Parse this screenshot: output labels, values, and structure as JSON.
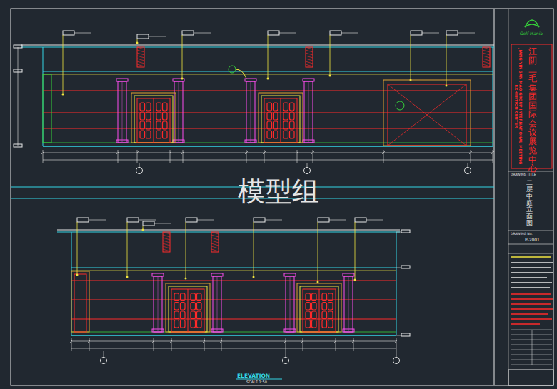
{
  "diagram": {
    "labels": [
      "模型组",
      "ELEVATION",
      "SCALE 1:50",
      "JIANG YIN SAN MAO GROUP INTERNATIONAL MEETING EXHIBITION CENTER",
      "江阴三毛集团国际会议展览中心",
      "DRAWING TITLE",
      "二层中庭立面图",
      "DRAWING No.",
      "P-2001",
      "Golf Mania"
    ]
  }
}
